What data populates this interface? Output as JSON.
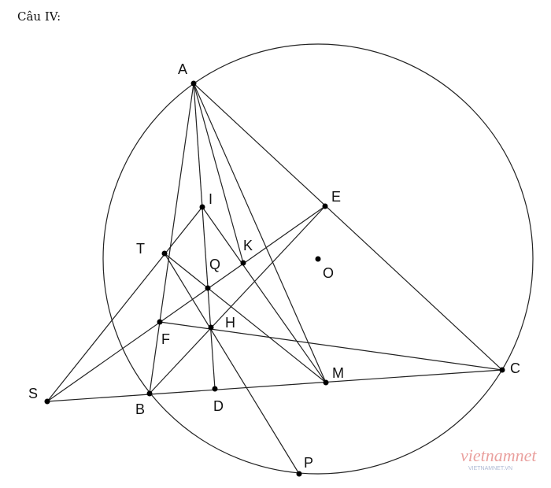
{
  "title": "Câu IV:",
  "points": [
    {
      "name": "A",
      "label": "A"
    },
    {
      "name": "I",
      "label": "I"
    },
    {
      "name": "E",
      "label": "E"
    },
    {
      "name": "T",
      "label": "T"
    },
    {
      "name": "K",
      "label": "K"
    },
    {
      "name": "O",
      "label": "O"
    },
    {
      "name": "Q",
      "label": "Q"
    },
    {
      "name": "F",
      "label": "F"
    },
    {
      "name": "H",
      "label": "H"
    },
    {
      "name": "M",
      "label": "M"
    },
    {
      "name": "C",
      "label": "C"
    },
    {
      "name": "S",
      "label": "S"
    },
    {
      "name": "B",
      "label": "B"
    },
    {
      "name": "D",
      "label": "D"
    },
    {
      "name": "P",
      "label": "P"
    }
  ],
  "segments": [
    [
      "A",
      "B"
    ],
    [
      "A",
      "D"
    ],
    [
      "A",
      "K"
    ],
    [
      "A",
      "M"
    ],
    [
      "A",
      "C"
    ],
    [
      "S",
      "C"
    ],
    [
      "S",
      "E"
    ],
    [
      "S",
      "I"
    ],
    [
      "B",
      "E"
    ],
    [
      "F",
      "C"
    ],
    [
      "T",
      "M"
    ],
    [
      "T",
      "P"
    ],
    [
      "I",
      "M"
    ]
  ],
  "watermark": {
    "main": "vietnamnet",
    "sub": "VIETNAMNET.VN"
  }
}
